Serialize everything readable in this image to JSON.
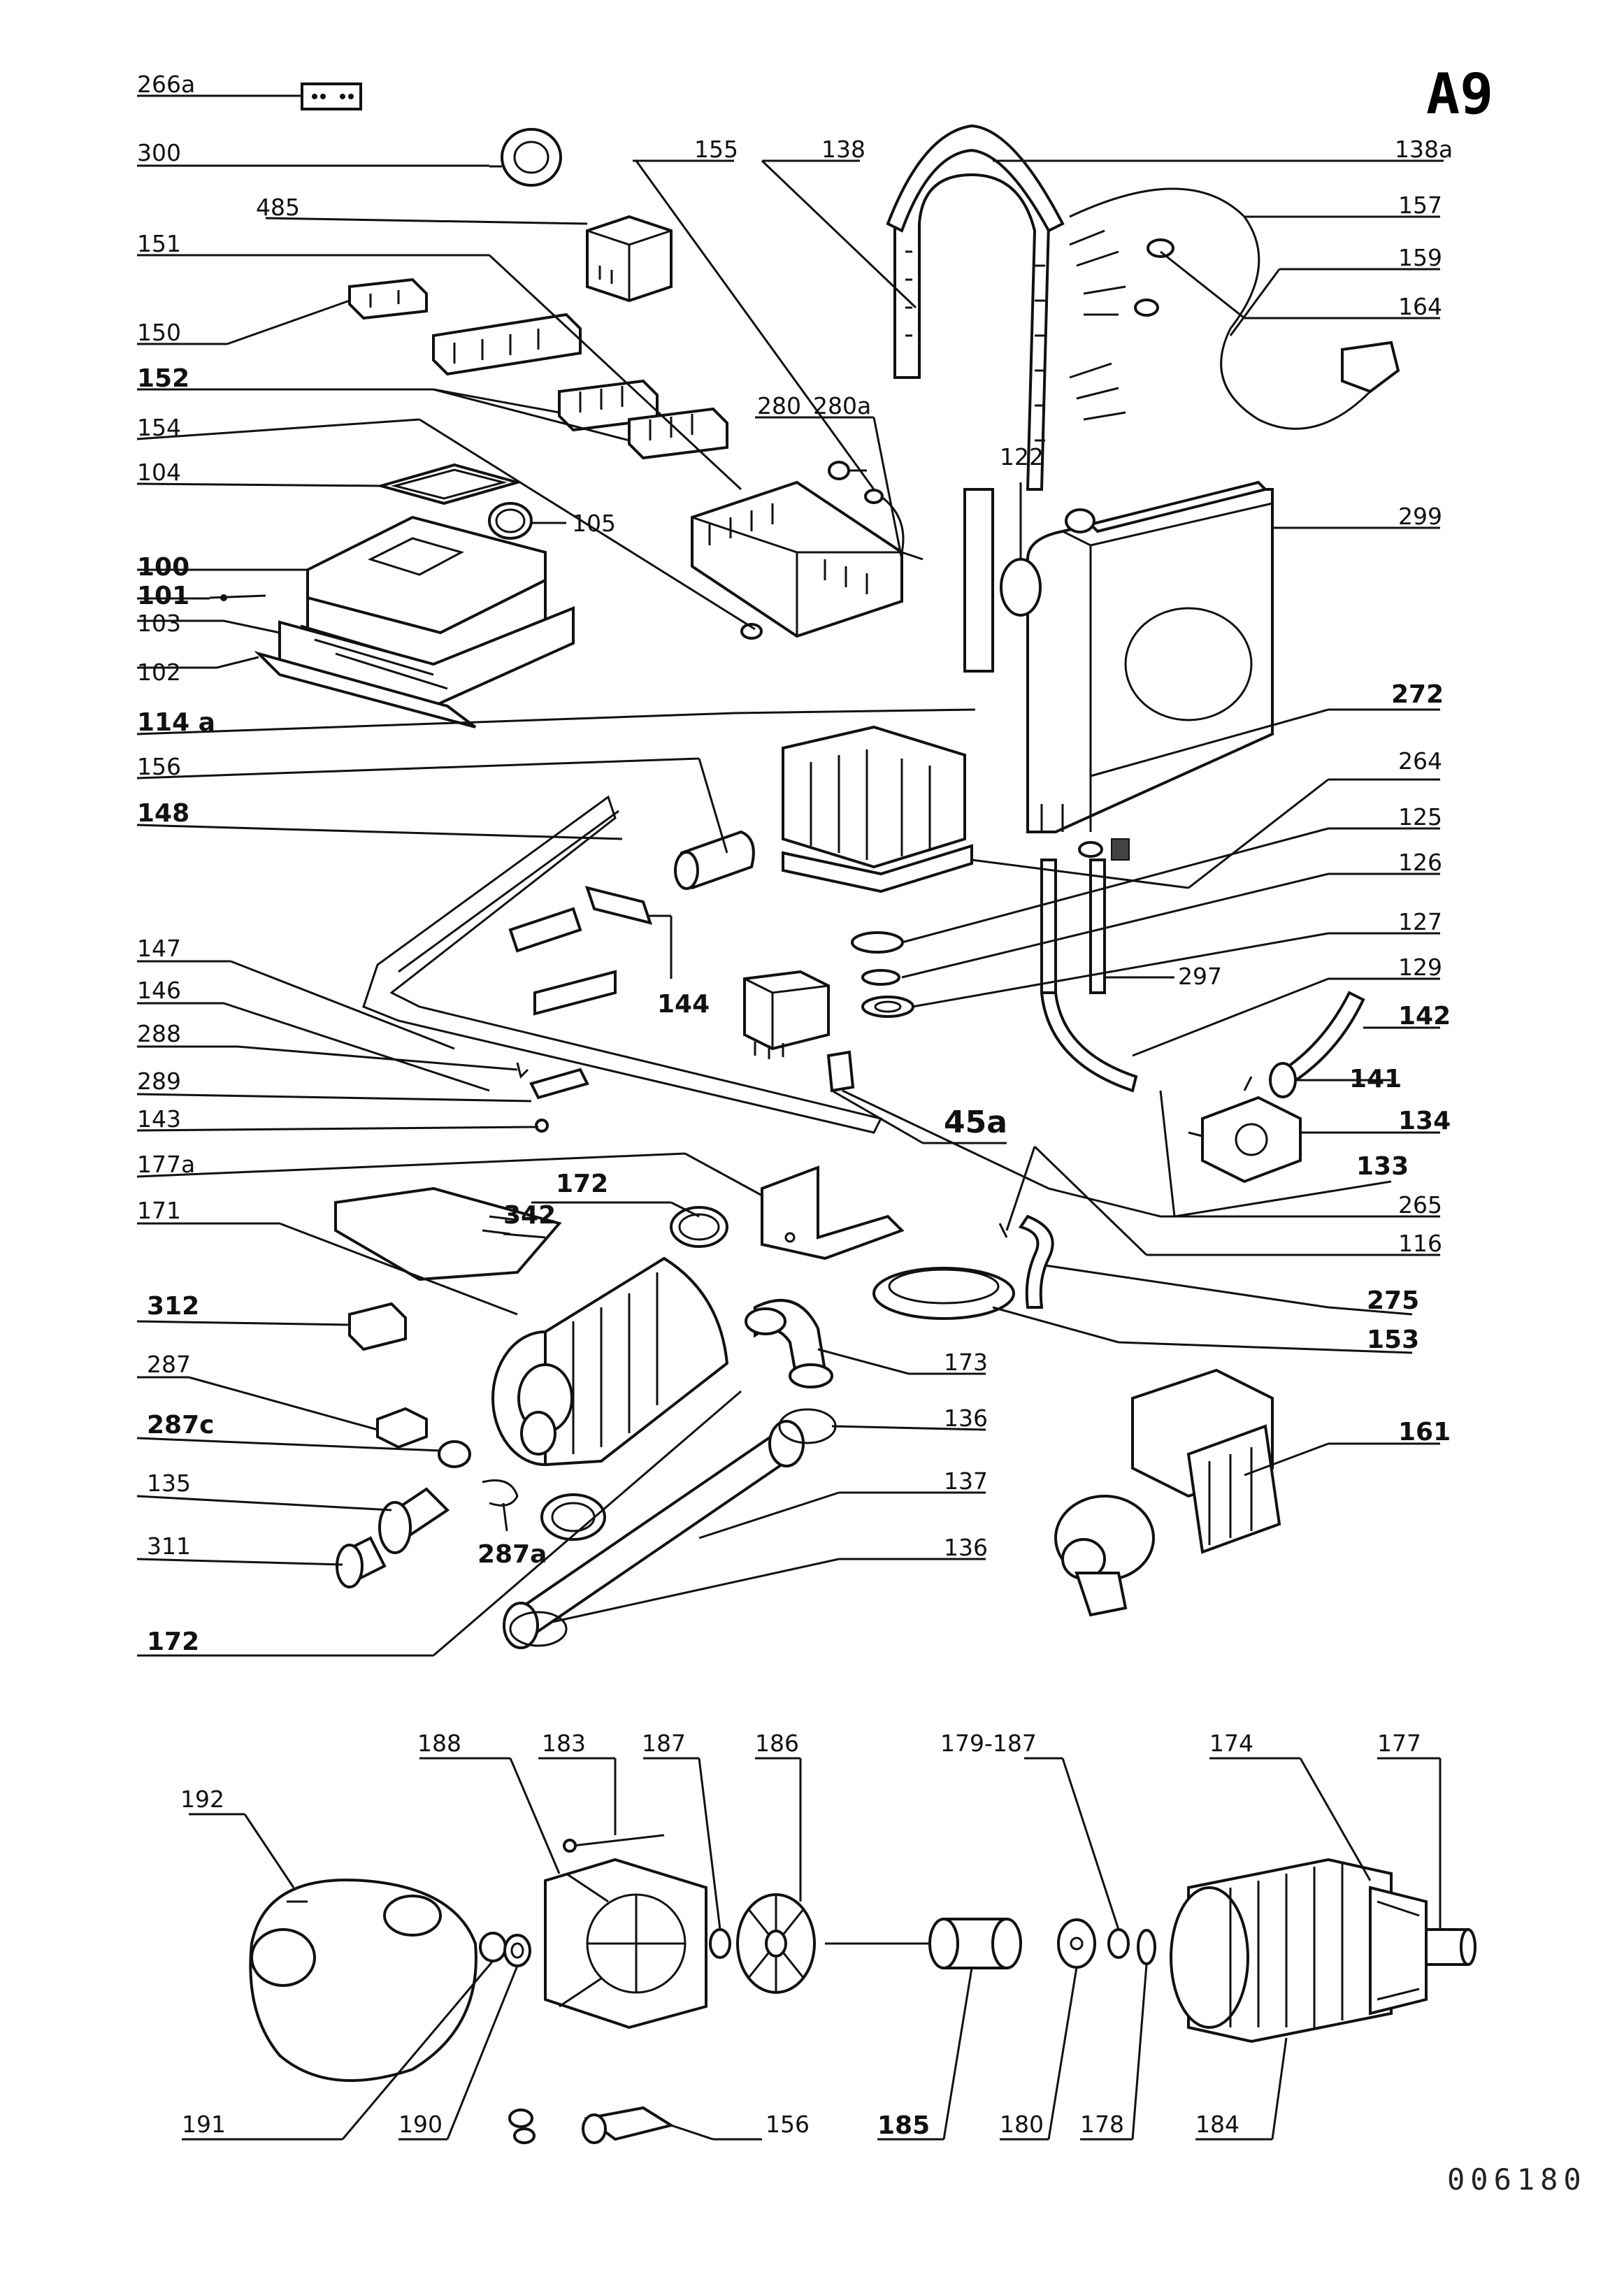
{
  "sheet_id": "A9",
  "drawing_number": "006180",
  "labels": {
    "p266a": "266a",
    "p300": "300",
    "p485": "485",
    "p151": "151",
    "p150": "150",
    "p152": "152",
    "p154": "154",
    "p104": "104",
    "p105": "105",
    "p100": "100",
    "p101": "101",
    "p103": "103",
    "p102": "102",
    "p114a": "114 a",
    "p156a": "156",
    "p148": "148",
    "p147": "147",
    "p146": "146",
    "p288": "288",
    "p289": "289",
    "p143": "143",
    "p177a": "177a",
    "p171": "171",
    "p172a": "172",
    "p342": "342",
    "p312": "312",
    "p287": "287",
    "p287c": "287c",
    "p135": "135",
    "p311": "311",
    "p287a": "287a",
    "p172b": "172",
    "p155": "155",
    "p138": "138",
    "p138a": "138a",
    "p157": "157",
    "p159": "159",
    "p164": "164",
    "p280": "280",
    "p280a": "280a",
    "p122": "122",
    "p299": "299",
    "p272": "272",
    "p264": "264",
    "p125": "125",
    "p126": "126",
    "p127": "127",
    "p297": "297",
    "p129": "129",
    "p142": "142",
    "p141": "141",
    "p134": "134",
    "p133": "133",
    "p265": "265",
    "p116": "116",
    "p275": "275",
    "p153": "153",
    "p144": "144",
    "p45a": "45a",
    "p173": "173",
    "p136a": "136",
    "p137": "137",
    "p136b": "136",
    "p161": "161",
    "p188": "188",
    "p183": "183",
    "p187": "187",
    "p186": "186",
    "p179_187": "179-187",
    "p174": "174",
    "p177": "177",
    "p192": "192",
    "p191": "191",
    "p190": "190",
    "p156b": "156",
    "p185": "185",
    "p180": "180",
    "p178": "178",
    "p184": "184"
  }
}
